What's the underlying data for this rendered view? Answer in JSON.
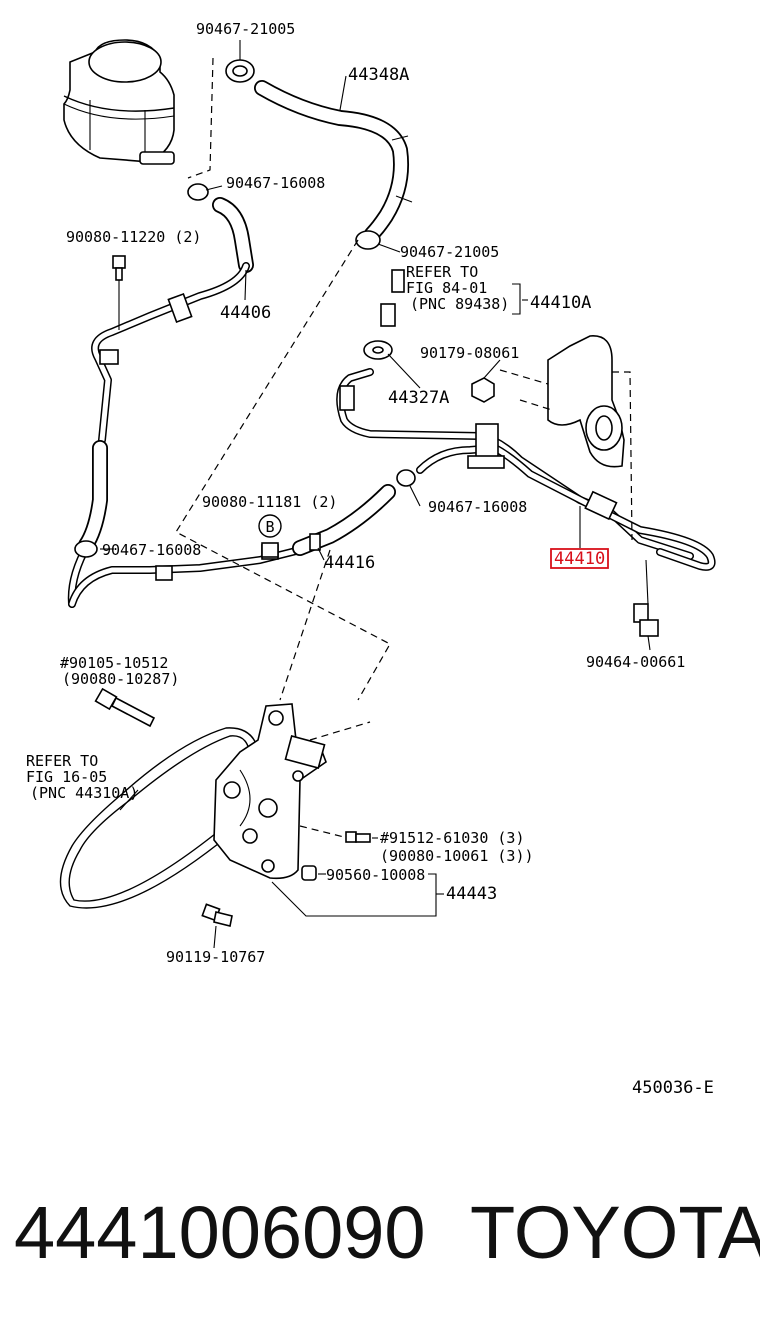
{
  "diagram": {
    "labels": {
      "p90467_21005_top": "90467-21005",
      "p44348A": "44348A",
      "p90467_16008_a": "90467-16008",
      "p90080_11220": "90080-11220 (2)",
      "p44406": "44406",
      "p90467_21005_mid": "90467-21005",
      "refer1_line1": "REFER TO",
      "refer1_line2": "FIG 84-01",
      "refer1_line3": "(PNC 89438)",
      "p44410A": "44410A",
      "p90179_08061": "90179-08061",
      "p44327A": "44327A",
      "p90080_11181": "90080-11181 (2)",
      "circle_B": "B",
      "p90467_16008_b": "90467-16008",
      "p90467_16008_c": "90467-16008",
      "p44416": "44416",
      "p44410": "44410",
      "p90464_00661": "90464-00661",
      "p90105_10512": "#90105-10512",
      "p90080_10287": "(90080-10287)",
      "refer2_line1": "REFER TO",
      "refer2_line2": "FIG 16-05",
      "refer2_line3": "(PNC 44310A)",
      "p91512_61030": "#91512-61030 (3)",
      "p90080_10061": "(90080-10061 (3))",
      "p90560_10008": "90560-10008",
      "p44443": "44443",
      "p90119_10767": "90119-10767",
      "fig_code": "450036-E"
    },
    "highlight_color": "#d8101a"
  },
  "footer": {
    "part_number": "4441006090",
    "brand": "TOYOTA"
  }
}
